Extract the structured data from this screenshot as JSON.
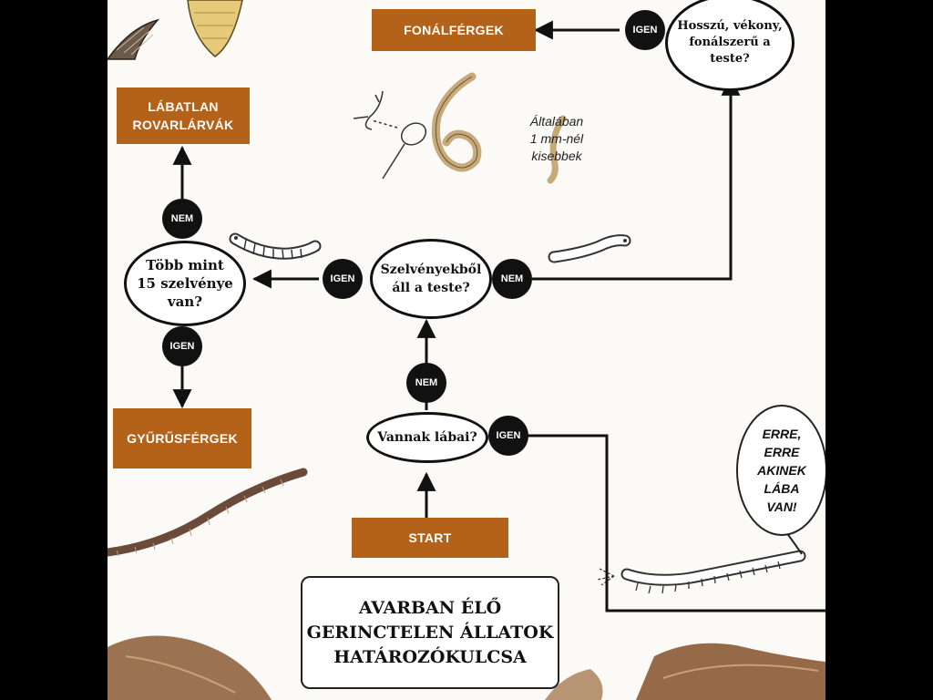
{
  "nodes": {
    "fonalfergek": "FONÁLFÉRGEK",
    "labatlan_line1": "LÁBATLAN",
    "labatlan_line2": "ROVARLÁRVÁK",
    "gyurusfergek": "GYŰRŰSFÉRGEK",
    "start": "START"
  },
  "questions": {
    "hosszu": [
      "Hosszú, vékony,",
      "fonálszerű a",
      "teste?"
    ],
    "tobb_mint": [
      "Több mint",
      "15 szelvénye",
      "van?"
    ],
    "szelvenyekbol": [
      "Szelvényekből",
      "áll a teste?"
    ],
    "vannak_labai": "Vannak lábai?"
  },
  "answers": {
    "igen": "IGEN",
    "nem": "NEM"
  },
  "note": [
    "Általában",
    "1 mm-nél",
    "kisebbek"
  ],
  "speech_bubble": [
    "ERRE,",
    "ERRE",
    "AKINEK",
    "LÁBA",
    "VAN!"
  ],
  "title": [
    "AVARBAN ÉLŐ",
    "GERINCTELEN ÁLLATOK",
    "HATÁROZÓKULCSA"
  ],
  "colors": {
    "box": "#b4621a",
    "line": "#111111",
    "background": "#fbfaf6",
    "leaf": "#8a5a36"
  }
}
